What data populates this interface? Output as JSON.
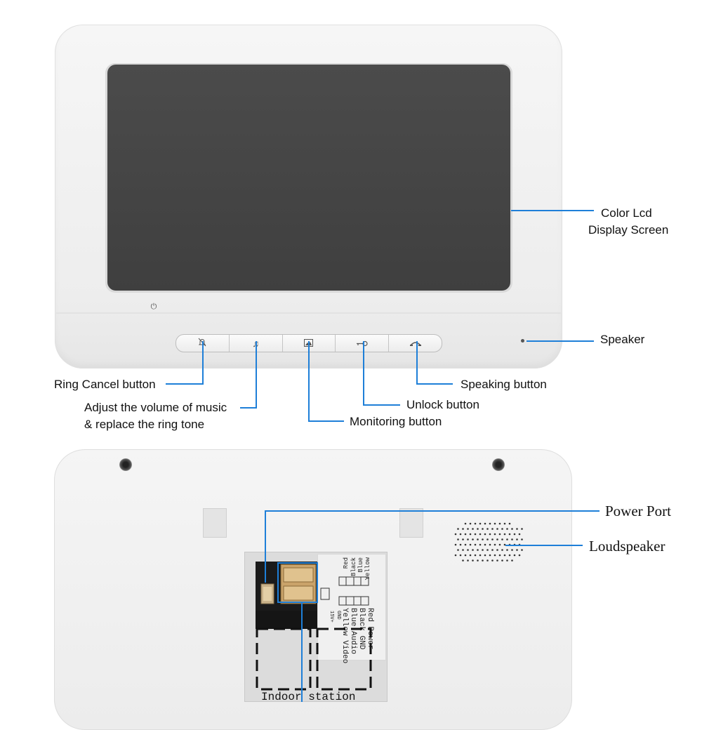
{
  "front": {
    "labels": {
      "color_lcd": "Color Lcd",
      "display_screen": "Display Screen",
      "speaker": "Speaker",
      "ring_cancel": "Ring Cancel button",
      "adjust_volume": "Adjust the volume of music",
      "replace_ring": "& replace the ring tone",
      "speaking": "Speaking button",
      "unlock": "Unlock button",
      "monitoring": "Monitoring button"
    },
    "buttons": [
      {
        "name": "ring-cancel",
        "icon": "bell-off-icon",
        "glyph": "✕"
      },
      {
        "name": "music",
        "icon": "music-note-icon",
        "glyph": "♫"
      },
      {
        "name": "monitor",
        "icon": "monitor-icon",
        "glyph": "▣"
      },
      {
        "name": "unlock",
        "icon": "key-icon",
        "glyph": "⩪"
      },
      {
        "name": "speak",
        "icon": "phone-handset-icon",
        "glyph": "⌒"
      }
    ],
    "power_glyph": "⏻"
  },
  "back": {
    "labels": {
      "power_port": "Power Port",
      "loudspeaker": "Loudspeaker",
      "indoor_station": "Indoor station"
    },
    "sticker_top_wires": [
      "Red",
      "Black",
      "Blue",
      "Yellow"
    ],
    "sticker_bottom_wires": [
      "Red Power",
      "Black GND",
      "Blue Audio",
      "Yellow Video"
    ],
    "small_labels": [
      "15V+",
      "GND"
    ]
  },
  "colors": {
    "callout": "#1e7fd8"
  }
}
